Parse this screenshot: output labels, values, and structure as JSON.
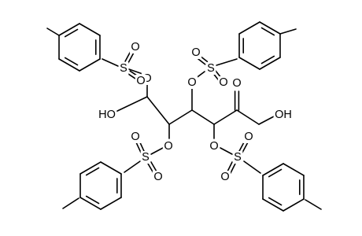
{
  "molecule": {
    "atom_labels": {
      "o1": "O",
      "s1": "S",
      "o1a": "O",
      "o1b": "O",
      "o2": "O",
      "s2": "S",
      "o2a": "O",
      "o2b": "O",
      "o3": "O",
      "s3": "S",
      "o3a": "O",
      "o3b": "O",
      "o4": "O",
      "s4": "S",
      "o4a": "O",
      "o4b": "O",
      "ho_left": "HO",
      "oh_right": "OH",
      "keto_o": "O"
    },
    "groups": [
      "tosyl-top-left",
      "tosyl-top-right",
      "tosyl-bottom-left",
      "tosyl-bottom-right"
    ],
    "ring_style": "kekule"
  }
}
